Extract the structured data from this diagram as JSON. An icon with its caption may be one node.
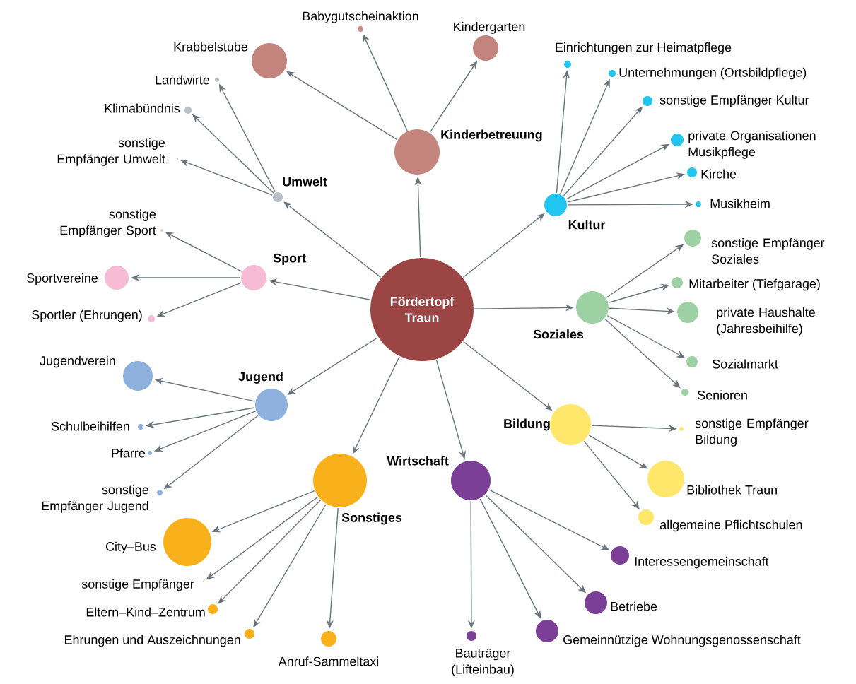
{
  "diagram": {
    "nodes": [
      {
        "text": [
          "Fördertopf Traun"
        ]
      },
      {
        "text": [
          "Kinderbetreuung"
        ]
      },
      {
        "text": [
          "Krabbelstube"
        ]
      },
      {
        "text": [
          "Babygutscheinaktion"
        ]
      },
      {
        "text": [
          "Kindergarten"
        ]
      },
      {
        "text": [
          "Kultur"
        ]
      },
      {
        "text": [
          "Einrichtungen zur Heimatpflege"
        ]
      },
      {
        "text": [
          "Unternehmungen (Ortsbildpflege)"
        ]
      },
      {
        "text": [
          "sonstige Empfänger Kultur"
        ]
      },
      {
        "text": [
          "private Organisationen Musikpflege"
        ]
      },
      {
        "text": [
          "Kirche"
        ]
      },
      {
        "text": [
          "Musikheim"
        ]
      },
      {
        "text": [
          "Umwelt"
        ]
      },
      {
        "text": [
          "Landwirte"
        ]
      },
      {
        "text": [
          "Klimabündnis"
        ]
      },
      {
        "text": [
          "sonstige Empfänger Umwelt"
        ]
      },
      {
        "text": [
          "Sport"
        ]
      },
      {
        "text": [
          "sonstige Empfänger Sport"
        ]
      },
      {
        "text": [
          "Sportvereine"
        ]
      },
      {
        "text": [
          "Sportler (Ehrungen)"
        ]
      },
      {
        "text": [
          "Soziales"
        ]
      },
      {
        "text": [
          "sonstige Empfänger Soziales"
        ]
      },
      {
        "text": [
          "Mitarbeiter (Tiefgarage)"
        ]
      },
      {
        "text": [
          "private Haushalte (Jahresbeihilfe)"
        ]
      },
      {
        "text": [
          "Sozialmarkt"
        ]
      },
      {
        "text": [
          "Senioren"
        ]
      },
      {
        "text": [
          "Jugend"
        ]
      },
      {
        "text": [
          "Jugendverein"
        ]
      },
      {
        "text": [
          "Schulbeihilfen"
        ]
      },
      {
        "text": [
          "Pfarre"
        ]
      },
      {
        "text": [
          "sonstige Empfänger Jugend"
        ]
      },
      {
        "text": [
          "Bildung"
        ]
      },
      {
        "text": [
          "sonstige Empfänger Bildung"
        ]
      },
      {
        "text": [
          "Bibliothek Traun"
        ]
      },
      {
        "text": [
          "allgemeine Pflichtschulen"
        ]
      },
      {
        "text": [
          "Sonstiges"
        ]
      },
      {
        "text": [
          "City–Bus"
        ]
      },
      {
        "text": [
          "sonstige Empfänger"
        ]
      },
      {
        "text": [
          "Eltern–Kind–Zentrum"
        ]
      },
      {
        "text": [
          "Ehrungen und Auszeichnungen"
        ]
      },
      {
        "text": [
          "Anruf-Sammeltaxi"
        ]
      },
      {
        "text": [
          "Wirtschaft"
        ]
      },
      {
        "text": [
          "Interessengemeinschaft"
        ]
      },
      {
        "text": [
          "Betriebe"
        ]
      },
      {
        "text": [
          "Gemeinnützige Wohnungsgenossenschaft"
        ]
      },
      {
        "text": [
          "Bauträger (Lifteinbau)"
        ]
      }
    ],
    "edges": [
      {
        "from": 0,
        "to": 1,
        "arrow": "to"
      },
      {
        "from": 0,
        "to": 5,
        "arrow": "to"
      },
      {
        "from": 0,
        "to": 12,
        "arrow": "to"
      },
      {
        "from": 0,
        "to": 16,
        "arrow": "to"
      },
      {
        "from": 0,
        "to": 20,
        "arrow": "to"
      },
      {
        "from": 0,
        "to": 26,
        "arrow": "to"
      },
      {
        "from": 0,
        "to": 31,
        "arrow": "to"
      },
      {
        "from": 0,
        "to": 35,
        "arrow": "to"
      },
      {
        "from": 0,
        "to": 41,
        "arrow": "to"
      },
      {
        "from": 1,
        "to": 2,
        "arrow": "to"
      },
      {
        "from": 1,
        "to": 3,
        "arrow": "to"
      },
      {
        "from": 1,
        "to": 4,
        "arrow": "to"
      },
      {
        "from": 5,
        "to": 6,
        "arrow": "to"
      },
      {
        "from": 5,
        "to": 7,
        "arrow": "to"
      },
      {
        "from": 5,
        "to": 8,
        "arrow": "to"
      },
      {
        "from": 5,
        "to": 9,
        "arrow": "to"
      },
      {
        "from": 5,
        "to": 10,
        "arrow": "to"
      },
      {
        "from": 5,
        "to": 11,
        "arrow": "to"
      },
      {
        "from": 12,
        "to": 13,
        "arrow": "to"
      },
      {
        "from": 12,
        "to": 14,
        "arrow": "to"
      },
      {
        "from": 12,
        "to": 15,
        "arrow": "to"
      },
      {
        "from": 16,
        "to": 17,
        "arrow": "to"
      },
      {
        "from": 16,
        "to": 18,
        "arrow": "to"
      },
      {
        "from": 16,
        "to": 19,
        "arrow": "to"
      },
      {
        "from": 20,
        "to": 21,
        "arrow": "to"
      },
      {
        "from": 20,
        "to": 22,
        "arrow": "to"
      },
      {
        "from": 20,
        "to": 23,
        "arrow": "to"
      },
      {
        "from": 20,
        "to": 24,
        "arrow": "to"
      },
      {
        "from": 20,
        "to": 25,
        "arrow": "to"
      },
      {
        "from": 26,
        "to": 27,
        "arrow": "to"
      },
      {
        "from": 26,
        "to": 28,
        "arrow": "to"
      },
      {
        "from": 26,
        "to": 29,
        "arrow": "to"
      },
      {
        "from": 26,
        "to": 30,
        "arrow": "to"
      },
      {
        "from": 31,
        "to": 32,
        "arrow": "to"
      },
      {
        "from": 31,
        "to": 33,
        "arrow": "to"
      },
      {
        "from": 31,
        "to": 34,
        "arrow": "to"
      },
      {
        "from": 35,
        "to": 36,
        "arrow": "to"
      },
      {
        "from": 35,
        "to": 37,
        "arrow": "to"
      },
      {
        "from": 35,
        "to": 38,
        "arrow": "to"
      },
      {
        "from": 35,
        "to": 39,
        "arrow": "to"
      },
      {
        "from": 35,
        "to": 40,
        "arrow": "to"
      },
      {
        "from": 41,
        "to": 42,
        "arrow": "to"
      },
      {
        "from": 41,
        "to": 43,
        "arrow": "to"
      },
      {
        "from": 41,
        "to": 44,
        "arrow": "to"
      },
      {
        "from": 41,
        "to": 45,
        "arrow": "to"
      }
    ]
  }
}
